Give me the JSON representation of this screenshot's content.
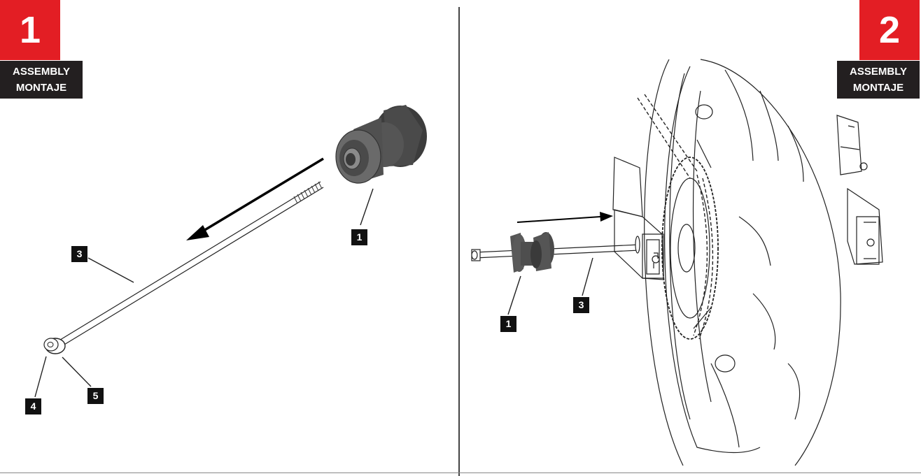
{
  "steps": [
    {
      "number": "1",
      "label_line1": "ASSEMBLY",
      "label_line2": "MONTAJE"
    },
    {
      "number": "2",
      "label_line1": "ASSEMBLY",
      "label_line2": "MONTAJE"
    }
  ],
  "step1_callouts": {
    "spool": "1",
    "bolt": "3",
    "cap": "4",
    "washer": "5"
  },
  "step2_callouts": {
    "spool": "1",
    "bolt": "3"
  },
  "colors": {
    "accent_red": "#e31e24",
    "label_dark": "#231f20",
    "part_gray": "#555555"
  }
}
